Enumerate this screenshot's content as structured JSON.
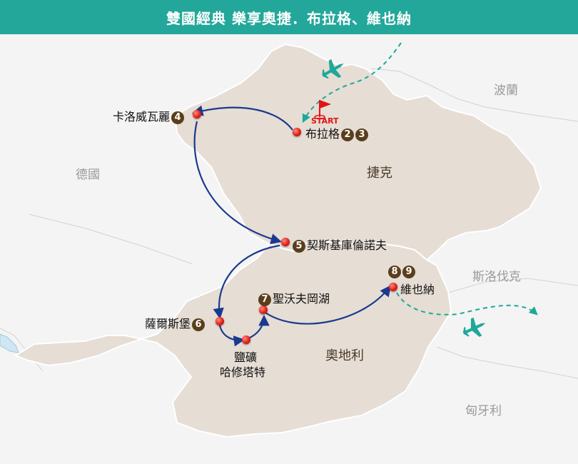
{
  "header": {
    "title": "雙國經典 樂享奧捷．布拉格、維也納"
  },
  "countries": {
    "poland": "波蘭",
    "germany": "德國",
    "czech": "捷克",
    "slovakia": "斯洛伐克",
    "austria": "奧地利",
    "hungary": "匈牙利"
  },
  "start_label": "START",
  "cities": {
    "prague": {
      "name": "布拉格",
      "days": [
        "2",
        "3"
      ]
    },
    "karlovy_vary": {
      "name": "卡洛威瓦麗",
      "days": [
        "4"
      ]
    },
    "cesky_krumlov": {
      "name": "契斯基庫倫諾夫",
      "days": [
        "5"
      ]
    },
    "salzburg": {
      "name": "薩爾斯堡",
      "days": [
        "6"
      ]
    },
    "salt_mine": {
      "name_line1": "鹽礦",
      "name_line2": "哈修塔特"
    },
    "wolfgangsee": {
      "name": "聖沃夫岡湖",
      "days": [
        "7"
      ]
    },
    "vienna": {
      "name": "維也納",
      "days": [
        "8",
        "9"
      ]
    }
  },
  "colors": {
    "header_bg": "#23a79a",
    "route": "#1a3a8f",
    "flight_path": "#1fa89a",
    "highlight_land": "#e6ddd4",
    "neighbor_land": "#f4f4f4",
    "pin": "#e0201a",
    "day_badge": "#5a3e1b"
  },
  "icons": {
    "plane": "airplane-icon",
    "flag": "flag-icon",
    "pin": "map-pin-icon"
  }
}
